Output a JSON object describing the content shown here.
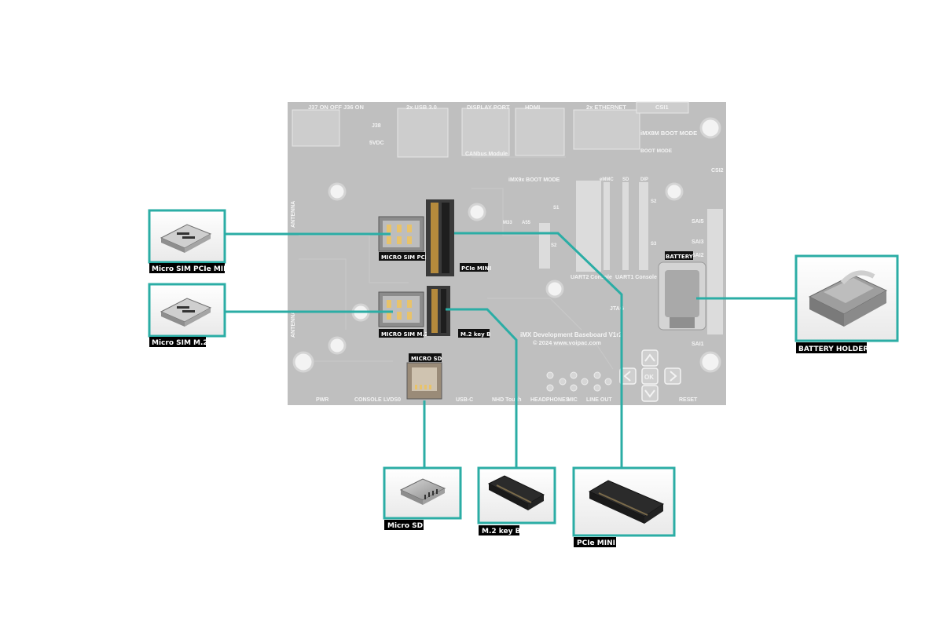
{
  "colors": {
    "accent": "#2bada5",
    "board": "#bfbfbf",
    "label_bg": "#000000",
    "label_fg": "#ffffff"
  },
  "icons": {
    "component_photos": [
      "micro-sim-socket-icon",
      "battery-holder-icon",
      "micro-sd-socket-icon",
      "m2-connector-icon",
      "pcie-mini-connector-icon"
    ]
  },
  "callouts": {
    "micro_sim_pcie": "Micro SIM PCIe MINI",
    "micro_sim_m2": "Micro SIM M.2",
    "battery_holder": "BATTERY HOLDER",
    "micro_sd": "Micro SD",
    "m2_key_b": "M.2 key B",
    "pcie_mini": "PCIe MINI"
  },
  "board": {
    "labels": {
      "micro_sim_pcie": "MICRO SIM PCIe",
      "pcie_mini": "PCIe MINI",
      "micro_sim_m2": "MICRO SIM M.2",
      "m2_key_b": "M.2 key B",
      "micro_sd": "MICRO SD",
      "battery": "BATTERY"
    },
    "title": "iMX Development Baseboard V1r2",
    "copyright": "© 2024 www.voipac.com",
    "top": {
      "j37": "J37 ON  OFF  J36 ON",
      "usb": "2x USB 3.0",
      "display_port": "DISPLAY PORT",
      "hdmi": "HDMI",
      "ethernet": "2x ETHERNET",
      "csi1": "CSI1",
      "imx8m_boot": "iMX8M BOOT MODE",
      "boot_mode": "BOOT MODE",
      "canbus": "CANbus Module",
      "imx9x_boot": "iMX9x BOOT MODE",
      "j38": "J38",
      "vdc": "5VDC",
      "csi2": "CSI2",
      "emmc": "eMMC",
      "sd": "SD",
      "dip": "DIP"
    },
    "side": {
      "antenna": "ANTENNA",
      "s1": "S1",
      "s2": "S2",
      "s3": "S3",
      "m33": "M33",
      "a55": "A55",
      "sai5": "SAI5",
      "sai3": "SAI3",
      "sai2": "SAI2",
      "sai1": "SAI1",
      "uart2": "UART2 Console",
      "uart1": "UART1 Console",
      "jtag": "JTAG",
      "ok": "OK"
    },
    "bottom": [
      "PWR",
      "CONSOLE",
      "LVDS0",
      "USB-C",
      "NHD Touch",
      "HEADPHONES",
      "MIC",
      "LINE OUT",
      "RESET"
    ]
  }
}
